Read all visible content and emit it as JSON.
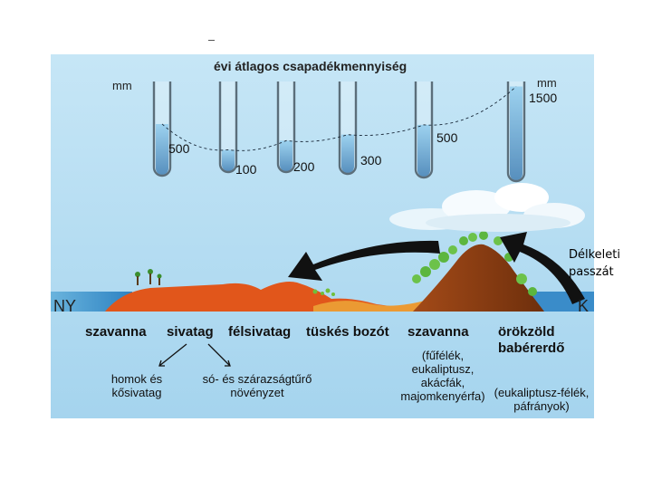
{
  "title": "évi átlagos csapadékmennyiség",
  "unit_left": "mm",
  "unit_right": "mm",
  "tubes": [
    {
      "label": "500",
      "value": 500
    },
    {
      "label": "100",
      "value": 100
    },
    {
      "label": "200",
      "value": 200
    },
    {
      "label": "300",
      "value": 300
    },
    {
      "label": "500",
      "value": 500
    },
    {
      "label": "1500",
      "value": 1500
    }
  ],
  "directions": {
    "west": "NY",
    "east": "K"
  },
  "zones": [
    "szavanna",
    "sivatag",
    "félsivatag",
    "tüskés bozót",
    "szavanna",
    "örökzöld babérerdő"
  ],
  "notes": {
    "sand_desert": "homok és kősivatag",
    "salt_plants": "só- és szárazságtűrő növényzet",
    "savanna_plants": "(fűfélék, eukaliptusz, akácfák, majomkenyérfa)",
    "laurel_plants": "(eukaliptusz-félék, páfrányok)"
  },
  "wind_label": "Délkeleti passzát",
  "colors": {
    "sky": "#aed9ef",
    "water": "#1d6fb0",
    "desert": "#e1561b",
    "mountain": "#8d4015",
    "arrow": "#111111"
  }
}
